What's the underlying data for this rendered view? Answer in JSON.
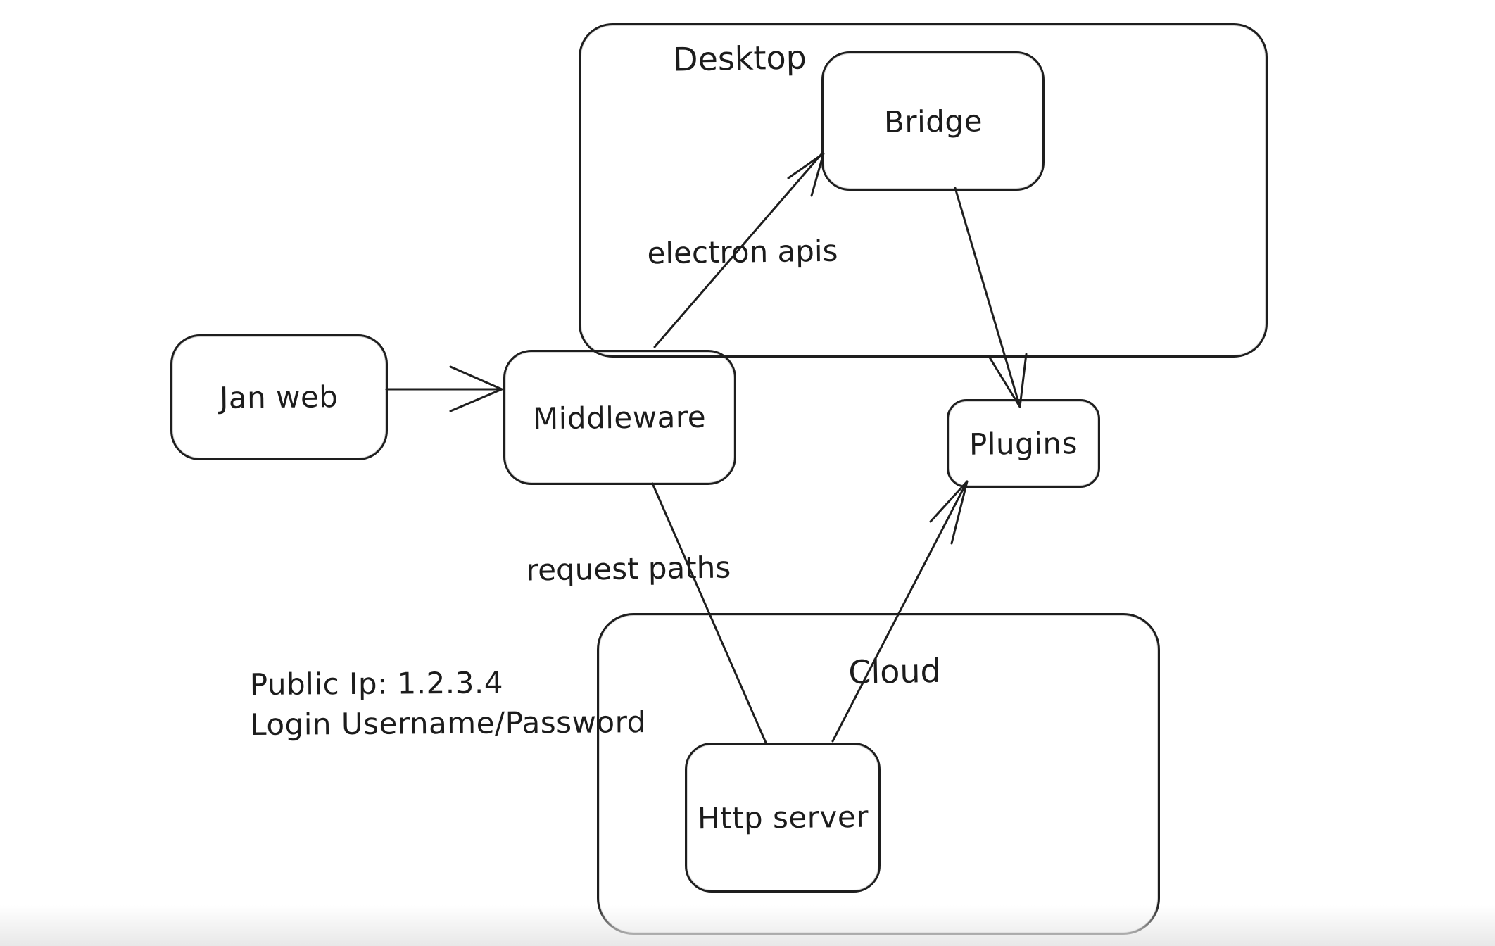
{
  "diagram": {
    "colors": {
      "stroke": "#1e1e1e",
      "background": "#ffffff",
      "text": "#1c1c1c"
    },
    "containers": {
      "desktop": {
        "label": "Desktop"
      },
      "cloud": {
        "label": "Cloud"
      }
    },
    "nodes": {
      "jan_web": {
        "label": "Jan web"
      },
      "middleware": {
        "label": "Middleware"
      },
      "bridge": {
        "label": "Bridge"
      },
      "plugins": {
        "label": "Plugins"
      },
      "http_server": {
        "label": "Http server"
      }
    },
    "edges": [
      {
        "from": "jan_web",
        "to": "middleware",
        "arrowhead": "end",
        "label": ""
      },
      {
        "from": "middleware",
        "to": "bridge",
        "arrowhead": "end",
        "label": "electron apis"
      },
      {
        "from": "bridge",
        "to": "plugins",
        "arrowhead": "end",
        "label": ""
      },
      {
        "from": "middleware",
        "to": "http_server",
        "arrowhead": "none",
        "label": "request paths"
      },
      {
        "from": "http_server",
        "to": "plugins",
        "arrowhead": "end",
        "label": ""
      }
    ],
    "edge_labels": {
      "electron_apis": "electron apis",
      "request_paths": "request paths"
    },
    "notes": {
      "line1": "Public Ip: 1.2.3.4",
      "line2": "Login Username/Password"
    }
  }
}
